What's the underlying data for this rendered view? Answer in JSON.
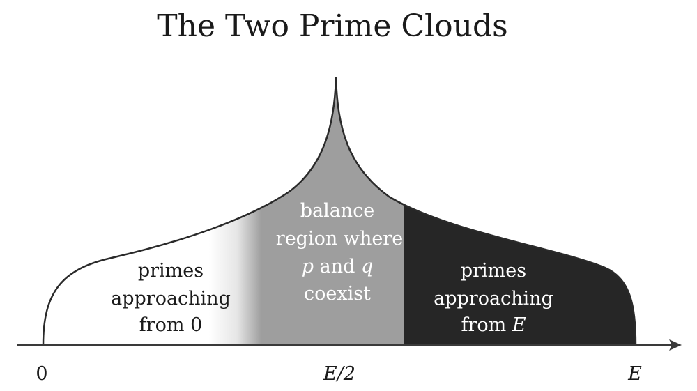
{
  "title": "The Two Prime Clouds",
  "regions": {
    "left": {
      "lines": [
        "primes",
        "approaching",
        "from 0"
      ]
    },
    "middle": {
      "lines": [
        "balance",
        "region where",
        "p",
        " and ",
        "q",
        "coexist"
      ]
    },
    "right": {
      "lines": [
        "primes",
        "approaching",
        "from ",
        "E"
      ]
    }
  },
  "axis": {
    "ticks": [
      "0",
      "E/2",
      "E"
    ]
  },
  "colors": {
    "left_fill": "#ffffff",
    "middle_fill": "#9e9e9e",
    "right_fill": "#262626",
    "outline": "#2a2a2a"
  }
}
